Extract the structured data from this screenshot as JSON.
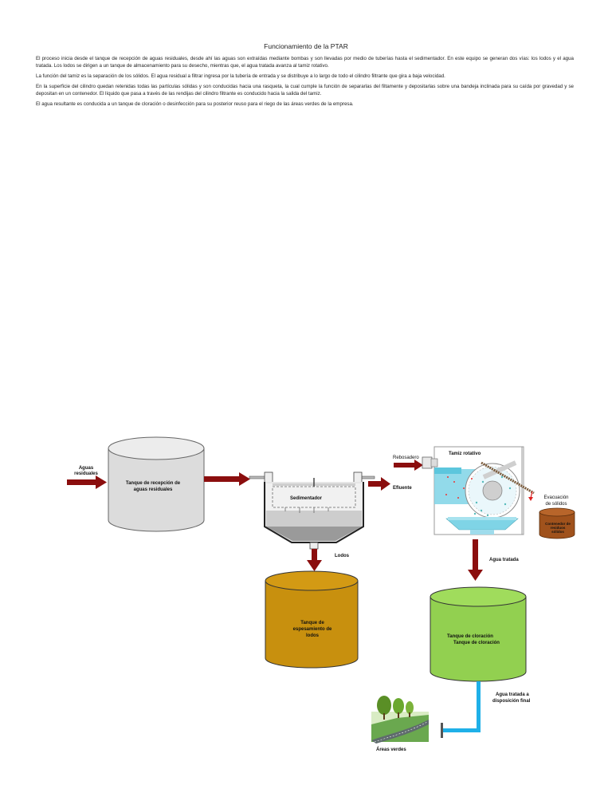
{
  "document": {
    "title": "Funcionamiento de la PTAR",
    "paragraphs": [
      "El proceso inicia desde el tanque de recepción de aguas residuales, desde ahí las aguas son extraídas mediante bombas y son llevadas por medio de tuberías hasta el sedimentador. En este equipo se generan dos vías: los lodos y el agua tratada. Los lodos se dirigen a un tanque de almacenamiento para su desecho, mientras que, el agua tratada avanza al tamiz rotativo.",
      "La función del tamiz es la separación de los sólidos. El agua residual a filtrar ingresa por la tubería de entrada y se distribuye a lo largo de todo el cilindro filtrante que gira a baja velocidad.",
      "En la superficie del cilindro quedan retenidas todas las partículas sólidas y son conducidas hacia una rasqueta, la cual cumple la función de separarlas del filtamente y depositarlas sobre una bandeja inclinada para su caída por gravedad y se depositan en un contenedor. El líquido que pasa a través de las rendijas del cilindro filtrante es conducido hacia la salida del tamiz.",
      "El agua resultante es conducida a un tanque de cloración o desinfección para su posterior reuso para el riego de las áreas verdes de la empresa."
    ]
  },
  "diagram": {
    "labels": {
      "aguas_residuales_1": "Aguas",
      "aguas_residuales_2": "residuales",
      "tanque_recepcion_1": "Tanque de recepción de",
      "tanque_recepcion_2": "aguas residuales",
      "sedimentador": "Sedimentador",
      "efluente": "Efluente",
      "lodos": "Lodos",
      "rebosadero": "Rebosadero",
      "tamiz_rotativo": "Tamiz rotativo",
      "evacuacion_1": "Evacuación",
      "evacuacion_2": "de sólidos",
      "contenedor_1": "Contenedor de",
      "contenedor_2": "residuos",
      "contenedor_3": "sólidos",
      "agua_tratada": "Agua tratada",
      "espesamiento_1": "Tanque de",
      "espesamiento_2": "espesamiento de",
      "espesamiento_3": "lodos",
      "cloracion_1": "Tanque de cloración",
      "cloracion_2": "Tanque de cloración",
      "disposicion_1": "Agua tratada a",
      "disposicion_2": "disposición final",
      "areas_verdes": "Áreas verdes"
    },
    "colors": {
      "arrow_red": "#8b0e0e",
      "tank_reception": "#dcdcdc",
      "tank_sludge": "#c8900e",
      "tank_chlorination": "#92d050",
      "pipe_blue": "#1fb0e8",
      "screen_water": "#7fd4e6",
      "container": "#a0521c"
    }
  }
}
